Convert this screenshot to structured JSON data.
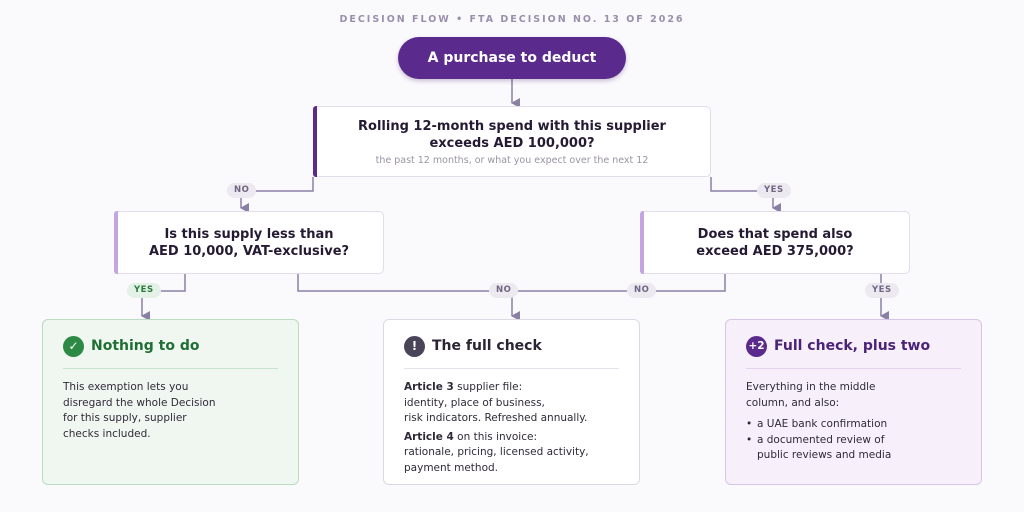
{
  "eyebrow": "DECISION FLOW • FTA DECISION NO. 13 OF 2026",
  "start": "A purchase to deduct",
  "q1": {
    "title_line1": "Rolling 12-month spend with this supplier",
    "title_line2": "exceeds AED 100,000?",
    "subtitle": "the past 12 months, or what you expect over the next 12"
  },
  "q2": {
    "title_line1": "Is this supply less than",
    "title_line2": "AED 10,000, VAT-exclusive?"
  },
  "q3": {
    "title_line1": "Does that spend also",
    "title_line2": "exceed AED 375,000?"
  },
  "labels": {
    "no": "NO",
    "yes": "YES"
  },
  "outcomes": {
    "nothing": {
      "icon": "✓",
      "title": "Nothing to do",
      "body": [
        "This exemption lets you",
        "disregard the whole Decision",
        "for this supply, supplier",
        "checks included."
      ]
    },
    "full": {
      "icon": "!",
      "title": "The full check",
      "a3_bold": "Article 3",
      "a3_rest": " supplier file:",
      "a3_lines": [
        "identity, place of business,",
        "risk indicators. Refreshed annually."
      ],
      "a4_bold": "Article 4",
      "a4_rest": " on this invoice:",
      "a4_lines": [
        "rationale, pricing, licensed activity,",
        "payment method."
      ]
    },
    "plus": {
      "icon": "+2",
      "title": "Full check, plus two",
      "intro": [
        "Everything in the middle",
        "column, and also:"
      ],
      "bullet1": "a UAE bank confirmation",
      "bullet2_line1": "a documented review of",
      "bullet2_line2": "public reviews and media"
    }
  },
  "colors": {
    "purple": "#5a2a8c",
    "light_purple": "#c3a6e0",
    "green": "#2c8a44",
    "dark": "#4a4458",
    "connector": "#8a80a6"
  }
}
